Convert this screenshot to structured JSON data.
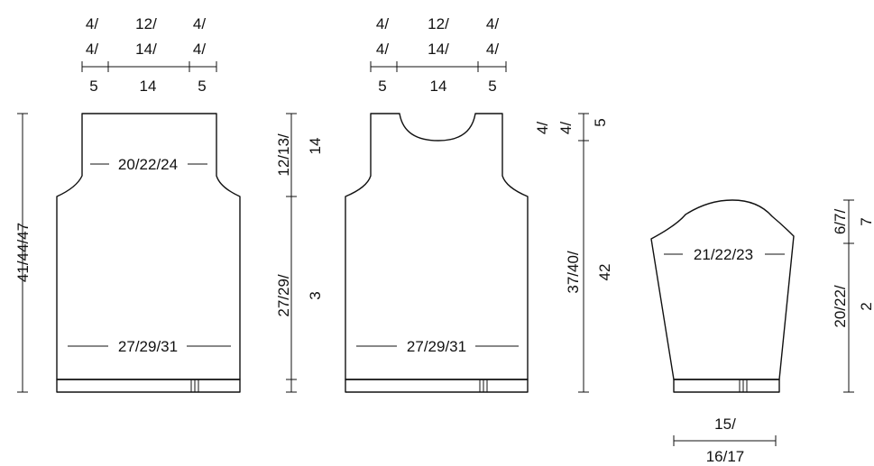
{
  "back_piece": {
    "top_shoulder_1": "4/",
    "top_shoulder_2": "4/",
    "top_shoulder_3": "5",
    "top_neck_1": "12/",
    "top_neck_2": "14/",
    "top_neck_3": "14",
    "top_right_1": "4/",
    "top_right_2": "4/",
    "top_right_3": "5",
    "chest_width": "20/22/24",
    "bottom_width": "27/29/31",
    "total_length": "41/44/47",
    "armhole_1": "12/13/",
    "armhole_2": "14",
    "body_1": "27/29/",
    "body_2": "3"
  },
  "front_piece": {
    "top_shoulder_1": "4/",
    "top_shoulder_2": "4/",
    "top_shoulder_3": "5",
    "top_neck_1": "12/",
    "top_neck_2": "14/",
    "top_neck_3": "14",
    "top_right_1": "4/",
    "top_right_2": "4/",
    "top_right_3": "5",
    "bottom_width": "27/29/31",
    "neck_depth_1": "4/",
    "neck_depth_2": "4/",
    "neck_depth_3": "5",
    "length_1": "37/40/",
    "length_2": "42"
  },
  "sleeve": {
    "upper_width": "21/22/23",
    "cap_1": "6/7/",
    "cap_2": "7",
    "length_1": "20/22/",
    "length_2": "2",
    "cuff_1": "15/",
    "cuff_2": "16/17"
  }
}
